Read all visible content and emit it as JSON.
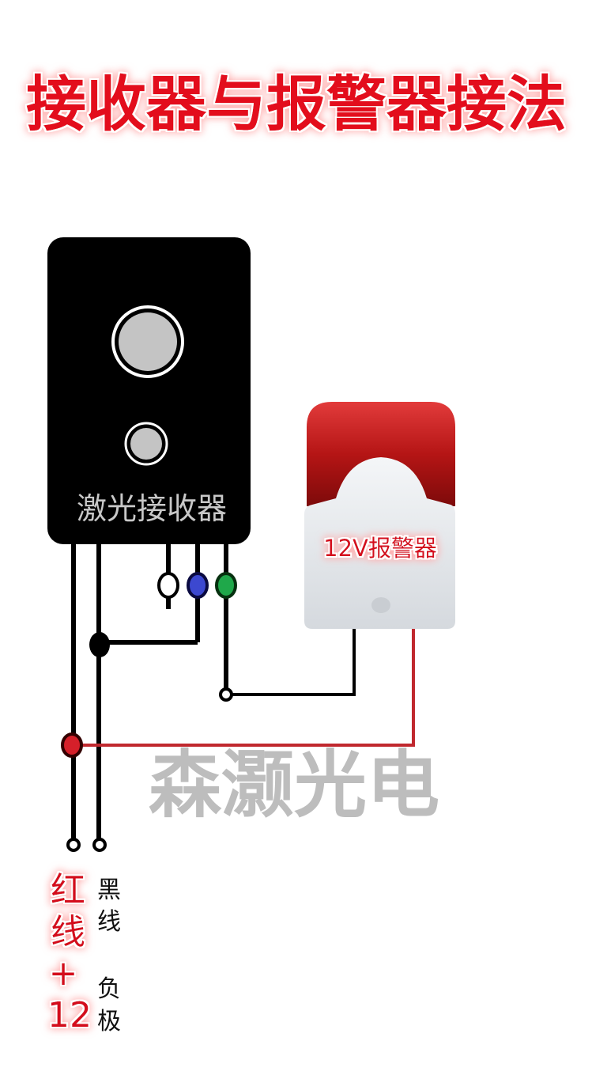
{
  "title": "接收器与报警器接法",
  "receiver": {
    "label": "激光接收器"
  },
  "alarm": {
    "label": "12V报警器"
  },
  "watermark": "森灏光电",
  "red_wire_label": {
    "line1": "红",
    "line2": "线",
    "line3": "+",
    "line4": "12"
  },
  "black_wire_label": {
    "line1": "黑",
    "line2": "线",
    "line3": "负",
    "line4": "极"
  },
  "colors": {
    "title": "#e3101c",
    "red_wire": "#c0282e",
    "terminal_blue": "#3c48d0",
    "terminal_green": "#1fa84a",
    "terminal_red": "#d5202a"
  }
}
